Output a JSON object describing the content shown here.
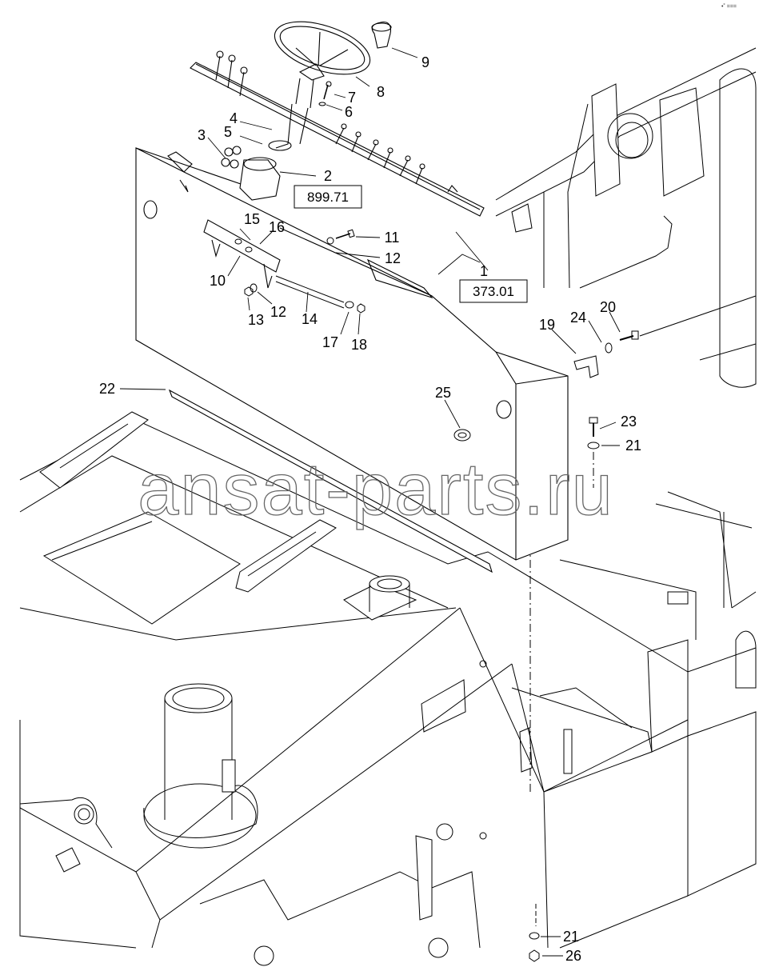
{
  "corner_mark": "•˚ ===",
  "watermark": "ansat-parts.ru",
  "ref_boxes": [
    "899.71",
    "373.01"
  ],
  "callouts": [
    "1",
    "2",
    "3",
    "4",
    "5",
    "6",
    "7",
    "8",
    "9",
    "10",
    "11",
    "12",
    "12",
    "13",
    "14",
    "15",
    "16",
    "17",
    "18",
    "19",
    "20",
    "21",
    "21",
    "22",
    "23",
    "24",
    "25",
    "26"
  ],
  "colors": {
    "line": "#000000",
    "background": "#ffffff",
    "watermark": "#666666"
  }
}
